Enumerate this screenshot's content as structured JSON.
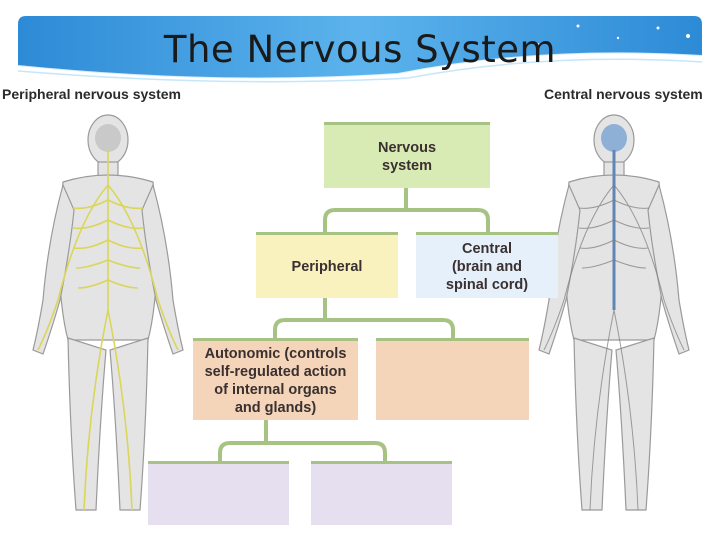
{
  "title": "The Nervous System",
  "labels": {
    "peripheral_side": "Peripheral nervous system",
    "central_side": "Central nervous system"
  },
  "nodes": {
    "nervous": "Nervous\nsystem",
    "peripheral": "Peripheral",
    "central": "Central\n(brain and\nspinal cord)",
    "autonomic": "Autonomic (controls\nself-regulated action\nof internal organs\nand glands)"
  },
  "colors": {
    "banner": "#3d9be0",
    "green_box": "#d8ebb4",
    "yellow_box": "#f9f2bf",
    "blue_box": "#e6f0fb",
    "peach_box": "#f4d5b9",
    "lavender_box": "#e6dff0",
    "connector": "#a6c383",
    "peripheral_nerves": "#d9d65a",
    "central_nerves": "#5f86b5"
  }
}
